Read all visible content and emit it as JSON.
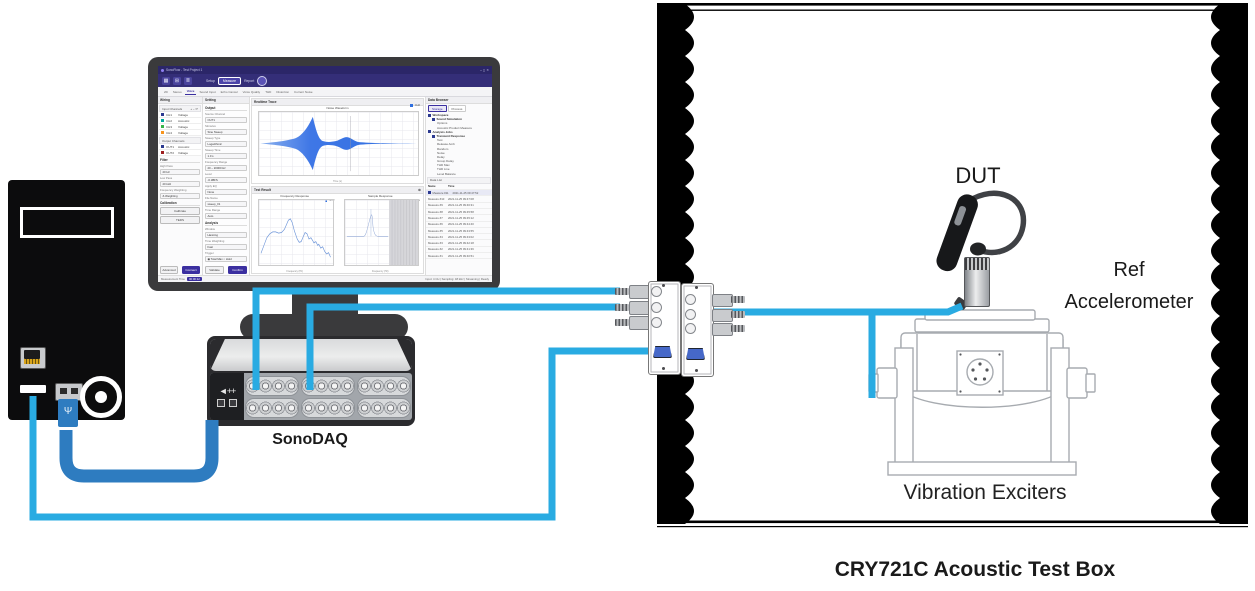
{
  "diagram": {
    "labels": {
      "sonodaq": "SonoDAQ",
      "dut": "DUT",
      "ref_line1": "Ref",
      "ref_line2": "Accelerometer",
      "exciters": "Vibration Exciters",
      "box_title": "CRY721C Acoustic Test Box"
    },
    "colors": {
      "signal_cable": "#29abe2",
      "usb_cable": "#2e7cc0",
      "wall": "#000000",
      "app_accent": "#3b2fa0"
    },
    "icons": {
      "daq_arrows": "◄++",
      "usb_plug_glyph": "Ψ"
    }
  },
  "screen": {
    "titlebar": {
      "title": "SonoFlow - Test Project 1",
      "controls": "–  ◻  ✕"
    },
    "toolbar": {
      "icons": [
        "▦",
        "⊞",
        "≣"
      ],
      "setup": "Setup",
      "measure": "Measure",
      "report": "Report"
    },
    "tabs": [
      {
        "t": "2D",
        "cls": ""
      },
      {
        "t": "Stereo",
        "cls": ""
      },
      {
        "t": "Voice",
        "cls": "on"
      },
      {
        "t": "Sound Input",
        "cls": ""
      },
      {
        "t": "Echo Cancel",
        "cls": ""
      },
      {
        "t": "Voice Quality",
        "cls": ""
      },
      {
        "t": "THD",
        "cls": ""
      },
      {
        "t": "Distortion",
        "cls": ""
      },
      {
        "t": "Current Noise",
        "cls": ""
      }
    ],
    "wiring": {
      "header": "Wiring",
      "input_header": "Input Channels",
      "input_tools": "+ − ⟳",
      "inputs": [
        {
          "ch": "CH1",
          "type": "Voltage",
          "color": "#2b3990"
        },
        {
          "ch": "CH2",
          "type": "Acoustic",
          "color": "#00a99d"
        },
        {
          "ch": "CH3",
          "type": "Voltage",
          "color": "#39b54a"
        },
        {
          "ch": "CH4",
          "type": "Voltage",
          "color": "#f7941d"
        }
      ],
      "output_header": "Output Channels",
      "outputs": [
        {
          "ch": "OUT1",
          "type": "Acoustic",
          "color": "#2b3990"
        },
        {
          "ch": "OUT2",
          "type": "Voltage",
          "color": "#9e1f1f"
        }
      ],
      "filter_header": "Filter",
      "filter_fields": [
        {
          "label": "High Pass",
          "value": "20 Hz"
        },
        {
          "label": "Low Pass",
          "value": "20 kHz"
        },
        {
          "label": "Frequency Weighting",
          "value": "Z-Weighting"
        }
      ],
      "calib_header": "Calibration",
      "calib_buttons": [
        "Calibrate",
        "TEDS"
      ],
      "advanced_btn": "Advanced",
      "connect_btn": "Connect"
    },
    "settings": {
      "header": "Setting",
      "output_section": "Output",
      "output_fields": [
        {
          "label": "Source Channel",
          "value": "OUT1"
        },
        {
          "label": "Stimulus",
          "value": "Sine Sweep"
        },
        {
          "label": "Sweep Type",
          "value": "Logarithmic"
        },
        {
          "label": "Sweep Time",
          "value": "1.0 s"
        },
        {
          "label": "Frequency Range",
          "value": "20 – 20000 Hz"
        },
        {
          "label": "Level",
          "value": "-6 dBFS"
        },
        {
          "label": "Apply EQ",
          "value": "None"
        },
        {
          "label": "File Name",
          "value": "sweep_01"
        },
        {
          "label": "Time Range",
          "value": "Auto"
        }
      ],
      "analysis_section": "Analysis",
      "analysis_fields": [
        {
          "label": "Window",
          "value": "Hanning"
        },
        {
          "label": "Time Weighting",
          "value": "Fast"
        },
        {
          "label": "Trigger",
          "value": "◉ Total Max   ○ Hold"
        }
      ],
      "validate_btn": "Validate",
      "confirm_btn": "Confirm"
    },
    "charts": {
      "realtime_header": "Realtime Trace",
      "result_header": "Test Result",
      "gear_icon": "⚙",
      "waveform_title": "Noise Waveform",
      "waveform_xaxis": "Time (s)",
      "fr_title": "Frequency Response",
      "fr_xaxis": "Frequency (Hz)",
      "sample_title": "Sample Response",
      "sample_xaxis": "Frequency (Hz)",
      "legend_ch": "CH2",
      "legend_tol": "Tolerance"
    },
    "chart_data": [
      {
        "type": "area",
        "title": "Noise Waveform",
        "xlabel": "Time (s)",
        "series": [
          {
            "name": "CH2",
            "x": [
              0,
              0.5,
              1,
              1.5,
              2,
              2.2,
              2.5,
              3,
              3.3,
              3.6,
              4,
              4.5,
              5
            ],
            "amplitude": [
              0.02,
              0.05,
              0.1,
              0.2,
              0.9,
              0.3,
              0.08,
              0.06,
              0.22,
              0.1,
              0.05,
              0.03,
              0.02
            ]
          }
        ]
      },
      {
        "type": "line",
        "title": "Frequency Response",
        "xlabel": "Frequency (Hz)",
        "ylabel": "dB",
        "x": [
          20,
          50,
          100,
          200,
          400,
          600,
          800,
          1000,
          1500,
          2000,
          3000,
          5000,
          8000,
          12000,
          20000
        ],
        "y": [
          -42,
          -24,
          -12,
          -10,
          -10,
          -8,
          -4,
          2,
          -12,
          -28,
          -16,
          -24,
          -28,
          -34,
          -44
        ]
      },
      {
        "type": "line",
        "title": "Sample Response",
        "xlabel": "Frequency (Hz)",
        "x": [
          20,
          200,
          500,
          800,
          1000,
          1100,
          1500,
          3000
        ],
        "y": [
          0,
          0,
          0,
          14,
          30,
          4,
          0,
          0
        ],
        "shaded_band_x": [
          3000,
          20000
        ]
      }
    ],
    "browser": {
      "header": "Data Browser",
      "tabs": [
        {
          "t": "Storage",
          "cls": "on"
        },
        {
          "t": "Process",
          "cls": ""
        }
      ],
      "tree": [
        {
          "t": "Workspace",
          "cls": "lv0 parent"
        },
        {
          "t": "Sound Simulation",
          "cls": "lv1 parent"
        },
        {
          "t": "Options",
          "cls": "lv2"
        },
        {
          "t": "Acoustic Product Measure",
          "cls": "lv2"
        },
        {
          "t": "Analysis Jobs",
          "cls": "lv0 parent"
        },
        {
          "t": "Transient Response",
          "cls": "lv1 parent"
        },
        {
          "t": "Test",
          "cls": "lv2"
        },
        {
          "t": "Release Amb",
          "cls": "lv2"
        },
        {
          "t": "Random",
          "cls": "lv2"
        },
        {
          "t": "Noise",
          "cls": "lv2"
        },
        {
          "t": "Delay",
          "cls": "lv2"
        },
        {
          "t": "Group Delay",
          "cls": "lv2"
        },
        {
          "t": "THD Max",
          "cls": "lv2"
        },
        {
          "t": "THD Live",
          "cls": "lv2"
        },
        {
          "t": "Level Balance",
          "cls": "lv2"
        }
      ],
      "list_header": "Data List",
      "columns": {
        "name": "Name",
        "time": "Time"
      },
      "rows": [
        {
          "name": "Measure #11",
          "time": "2021-11-25 09:47:52",
          "cls": "sel"
        },
        {
          "name": "Measure #10",
          "time": "2021-11-25 09:47:08",
          "cls": ""
        },
        {
          "name": "Measure #9",
          "time": "2021-11-25 09:46:31",
          "cls": ""
        },
        {
          "name": "Measure #8",
          "time": "2021-11-25 09:45:58",
          "cls": ""
        },
        {
          "name": "Measure #7",
          "time": "2021-11-25 09:45:12",
          "cls": ""
        },
        {
          "name": "Measure #6",
          "time": "2021-11-25 09:44:40",
          "cls": ""
        },
        {
          "name": "Measure #5",
          "time": "2021-11-25 09:43:55",
          "cls": ""
        },
        {
          "name": "Measure #4",
          "time": "2021-11-25 09:43:02",
          "cls": ""
        },
        {
          "name": "Measure #3",
          "time": "2021-11-25 09:42:18",
          "cls": ""
        },
        {
          "name": "Measure #2",
          "time": "2021-11-25 09:41:36",
          "cls": ""
        },
        {
          "name": "Measure #1",
          "time": "2021-11-25 09:40:51",
          "cls": ""
        }
      ]
    },
    "statusbar": {
      "meas_time_label": "Measurement Time",
      "meas_time_value": "00:00:12",
      "right_text": "Input: 4 CH  |  Sampling: 48 kHz  |  Streaming  |  Ready"
    }
  }
}
